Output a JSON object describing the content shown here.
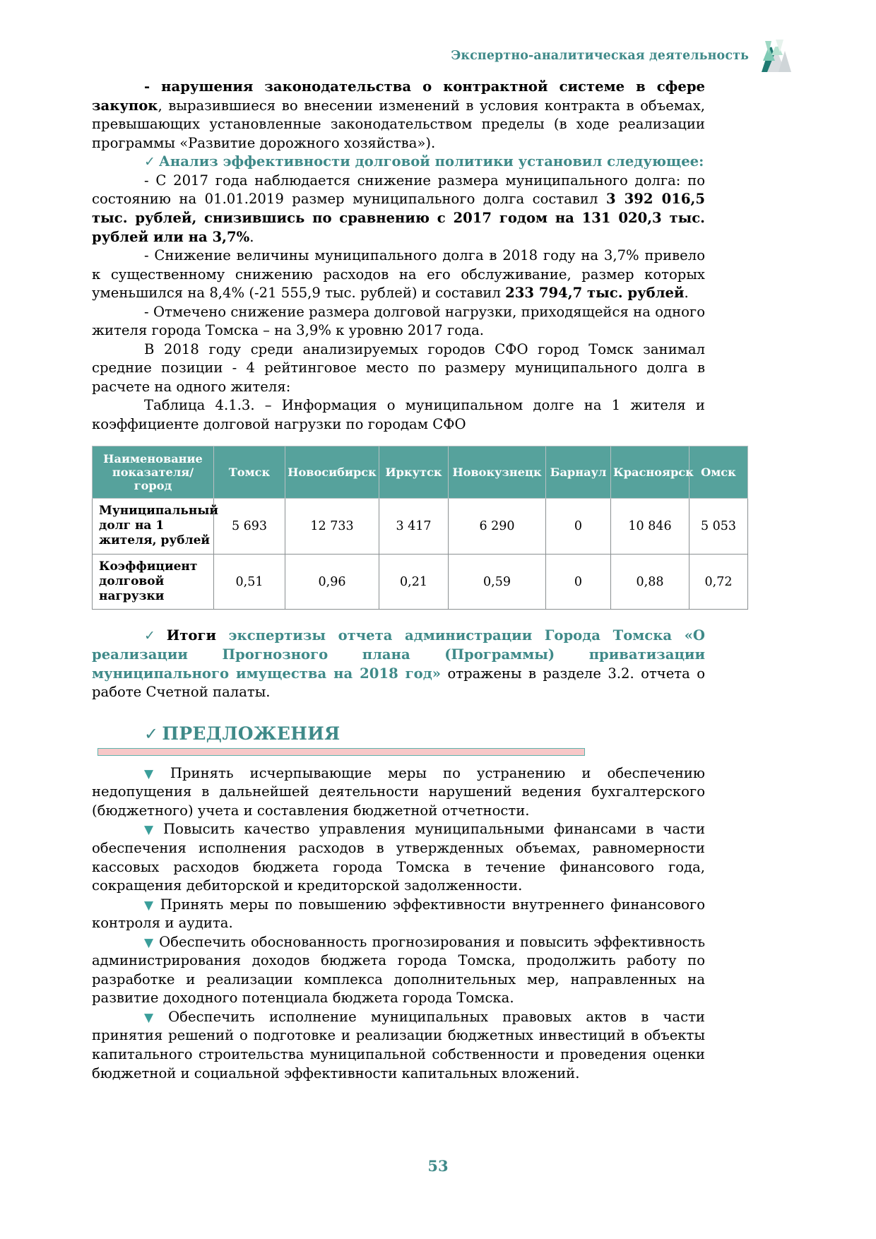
{
  "header": {
    "title": "Экспертно-аналитическая деятельность",
    "logo_name": "organization-logo"
  },
  "body": {
    "p1_lead": "- нарушения законодательства о контрактной системе в сфере закупок",
    "p1_rest": ", выразившиеся во внесении изменений в условия контракта в объемах, превышающих установленные законодательством пределы (в ходе реализации программы «Развитие дорожного хозяйства»).",
    "subhead1_check": "✓",
    "subhead1": "Анализ эффективности долговой политики установил следующее:",
    "p2_a": "- С 2017 года наблюдается снижение размера муниципального долга: по состоянию на 01.01.2019 размер муниципального долга составил ",
    "p2_b": "3 392 016,5 тыс. рублей, снизившись по сравнению с 2017 годом на 131 020,3 тыс. рублей или на 3,7%",
    "p2_c": ".",
    "p3_a": "- Снижение величины муниципального долга в 2018 году на 3,7% привело к существенному снижению расходов на его обслуживание, размер которых уменьшился на 8,4% (-21 555,9 тыс. рублей) и составил ",
    "p3_b": "233 794,7 тыс. рублей",
    "p3_c": ".",
    "p4": "- Отмечено снижение размера долговой нагрузки, приходящейся на одного жителя города Томска – на 3,9% к уровню 2017 года.",
    "p5": "В 2018 году среди анализируемых городов СФО город Томск занимал средние позиции - 4 рейтинговое место по размеру муниципального долга в расчете на одного жителя:",
    "table_caption": "Таблица 4.1.3. – Информация о муниципальном долге на 1 жителя и коэффициенте долговой нагрузки по городам СФО"
  },
  "table": {
    "columns": [
      "Наименование показателя/город",
      "Томск",
      "Новосибирск",
      "Иркутск",
      "Новокузнецк",
      "Барнаул",
      "Красноярск",
      "Омск"
    ],
    "rows": [
      {
        "label": "Муниципальный долг на 1 жителя, рублей",
        "values": [
          "5 693",
          "12 733",
          "3 417",
          "6 290",
          "0",
          "10 846",
          "5 053"
        ]
      },
      {
        "label": "Коэффициент долговой нагрузки",
        "values": [
          "0,51",
          "0,96",
          "0,21",
          "0,59",
          "0",
          "0,88",
          "0,72"
        ]
      }
    ],
    "header_bg": "#56a29c",
    "header_color": "#ffffff"
  },
  "after_table": {
    "check": "✓",
    "lead_black": "Итоги ",
    "teal_part": "экспертизы отчета администрации Города Томска «О реализации Прогнозного плана (Программы) приватизации муниципального имущества на 2018 год»",
    "tail_black": " отражены в разделе 3.2. отчета о работе Счетной палаты."
  },
  "proposals": {
    "check": "✓",
    "title": "ПРЕДЛОЖЕНИЯ",
    "bullet_glyph": "▼",
    "items": [
      "Принять исчерпывающие меры по устранению и обеспечению недопущения в дальнейшей деятельности нарушений ведения бухгалтерского (бюджетного) учета и составления бюджетной отчетности.",
      "Повысить качество управления муниципальными финансами в части обеспечения исполнения расходов в утвержденных объемах, равномерности кассовых расходов бюджета города Томска в течение финансового года, сокращения дебиторской и кредиторской задолженности.",
      "Принять меры по повышению эффективности внутреннего финансового контроля и аудита.",
      "Обеспечить обоснованность прогнозирования и повысить эффективность администрирования доходов бюджета города Томска, продолжить работу по разработке и реализации комплекса дополнительных мер, направленных на развитие доходного потенциала бюджета города Томска.",
      "Обеспечить исполнение муниципальных правовых актов в части принятия решений о подготовке и реализации бюджетных инвестиций в объекты капитального строительства муниципальной собственности и проведения оценки бюджетной и социальной эффективности капитальных вложений."
    ]
  },
  "footer": {
    "page_number": "53"
  },
  "colors": {
    "accent_teal": "#3f8a89",
    "table_header": "#56a29c",
    "rule_pink": "#f7c8c8"
  }
}
